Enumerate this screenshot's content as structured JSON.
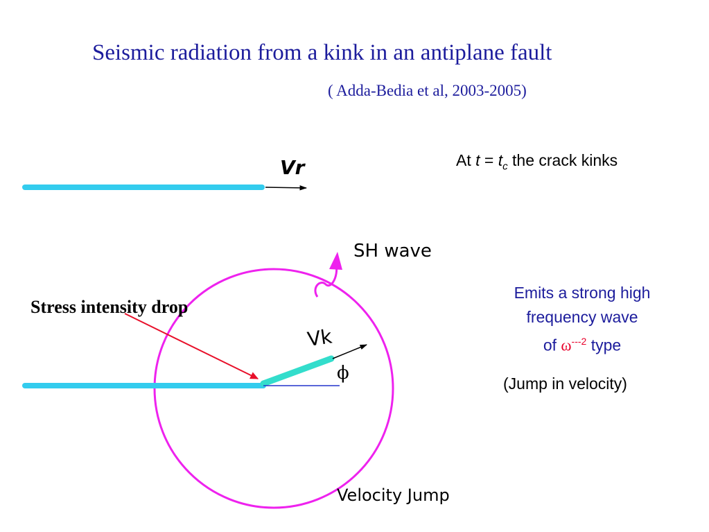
{
  "slide": {
    "title": "Seismic radiation from a kink in an antiplane fault",
    "citation": "( Adda-Bedia et al, 2003-2005)"
  },
  "notes": {
    "kink": {
      "prefix": "At ",
      "t": "t",
      "equals": " = ",
      "tc": "t",
      "tc_sub": "c",
      "suffix": " the crack kinks"
    },
    "emits": {
      "line1": "Emits a strong high",
      "line2": "frequency wave",
      "line3_prefix": "of ",
      "omega": "ω",
      "omega_exp": "---2",
      "line3_suffix": " type"
    },
    "jump": "(Jump in velocity)"
  },
  "diagram": {
    "labels": {
      "vr": "Vr",
      "sh_wave": "SH wave",
      "stress_drop": "Stress intensity drop",
      "vk": "Vk",
      "phi": "ϕ",
      "velocity_jump": "Velocity Jump"
    },
    "colors": {
      "fault": "#33ccee",
      "kink": "#33ddcc",
      "wavefront": "#ee22ee",
      "arrow_red": "#e8102a",
      "reference_line": "#2233cc",
      "text": "#000000"
    }
  }
}
